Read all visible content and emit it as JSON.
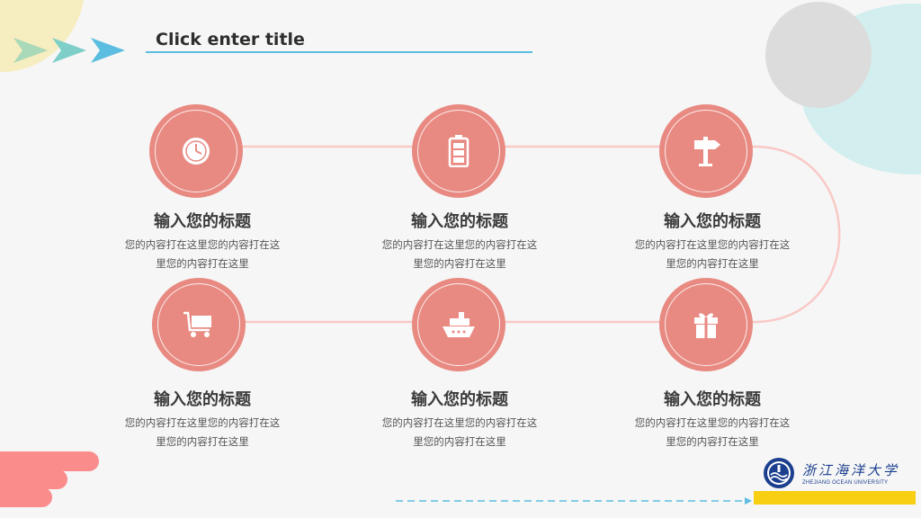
{
  "title": "Click enter title",
  "steps": [
    {
      "title": "输入您的标题",
      "desc_line1": "您的内容打在这里您的内容打在这",
      "desc_line2": "里您的内容打在这里",
      "icon": "clock-icon"
    },
    {
      "title": "输入您的标题",
      "desc_line1": "您的内容打在这里您的内容打在这",
      "desc_line2": "里您的内容打在这里",
      "icon": "battery-icon"
    },
    {
      "title": "输入您的标题",
      "desc_line1": "您的内容打在这里您的内容打在这",
      "desc_line2": "里您的内容打在这里",
      "icon": "signpost-icon"
    },
    {
      "title": "输入您的标题",
      "desc_line1": "您的内容打在这里您的内容打在这",
      "desc_line2": "里您的内容打在这里",
      "icon": "cart-icon"
    },
    {
      "title": "输入您的标题",
      "desc_line1": "您的内容打在这里您的内容打在这",
      "desc_line2": "里您的内容打在这里",
      "icon": "ship-icon"
    },
    {
      "title": "输入您的标题",
      "desc_line1": "您的内容打在这里您的内容打在这",
      "desc_line2": "里您的内容打在这里",
      "icon": "gift-icon"
    }
  ],
  "logo": {
    "name_cn": "浙江海洋大学",
    "name_en": "ZHEJIANG OCEAN UNIVERSITY"
  },
  "colors": {
    "accent": "#e88a82",
    "line": "#f9c9c6",
    "title_underline": "#5bbde0",
    "bar": "#f8cf13",
    "logo": "#1b3f8e"
  }
}
